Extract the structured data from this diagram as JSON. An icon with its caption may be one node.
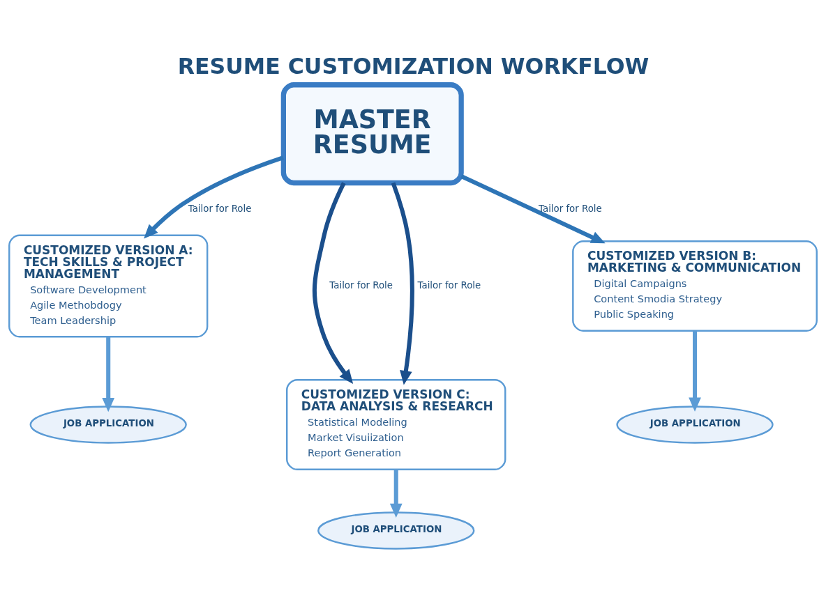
{
  "diagram": {
    "title": "RESUME CUSTOMIZATION WORKFLOW",
    "nodes": [
      {
        "text": [
          "MASTER RESUME"
        ]
      },
      {
        "text": [
          "CUSTOMIZED VERSION A: TECH SKILLS & PROJECT MANAGEMENT",
          "Software Development",
          "Agile Methobdogy",
          "Team Leadership"
        ]
      },
      {
        "text": [
          "CUSTOMIZED VERSION B: MARKETING & COMMUNICATION",
          "Digital Campaigns",
          "Content Smodia Strategy",
          "Public Speaking"
        ]
      },
      {
        "text": [
          "CUSTOMIZED VERSION C: DATA ANALYSIS & RESEARCH",
          "Statistical Modeling",
          "Market Visuiization",
          "Report Generation"
        ]
      },
      {
        "text": [
          "JOB APPLICATION"
        ]
      },
      {
        "text": [
          "JOB APPLICATION"
        ]
      },
      {
        "text": [
          "JOB APPLICATION"
        ]
      }
    ],
    "edges": [
      {
        "from": 0,
        "to": 1,
        "arrow": "to",
        "label": "Tailor for Role",
        "color": "#2e75b6"
      },
      {
        "from": 0,
        "to": 3,
        "arrow": "to",
        "label": "Tailor for Role",
        "color": "#1b4f8c"
      },
      {
        "from": 0,
        "to": 3,
        "arrow": "to",
        "label": "Tailor for Role",
        "color": "#1b4f8c"
      },
      {
        "from": 0,
        "to": 2,
        "arrow": "to",
        "label": "Tailor for Role",
        "color": "#2e75b6"
      },
      {
        "from": 1,
        "to": 4,
        "arrow": "to"
      },
      {
        "from": 2,
        "to": 5,
        "arrow": "to"
      },
      {
        "from": 3,
        "to": 6,
        "arrow": "to"
      }
    ]
  }
}
